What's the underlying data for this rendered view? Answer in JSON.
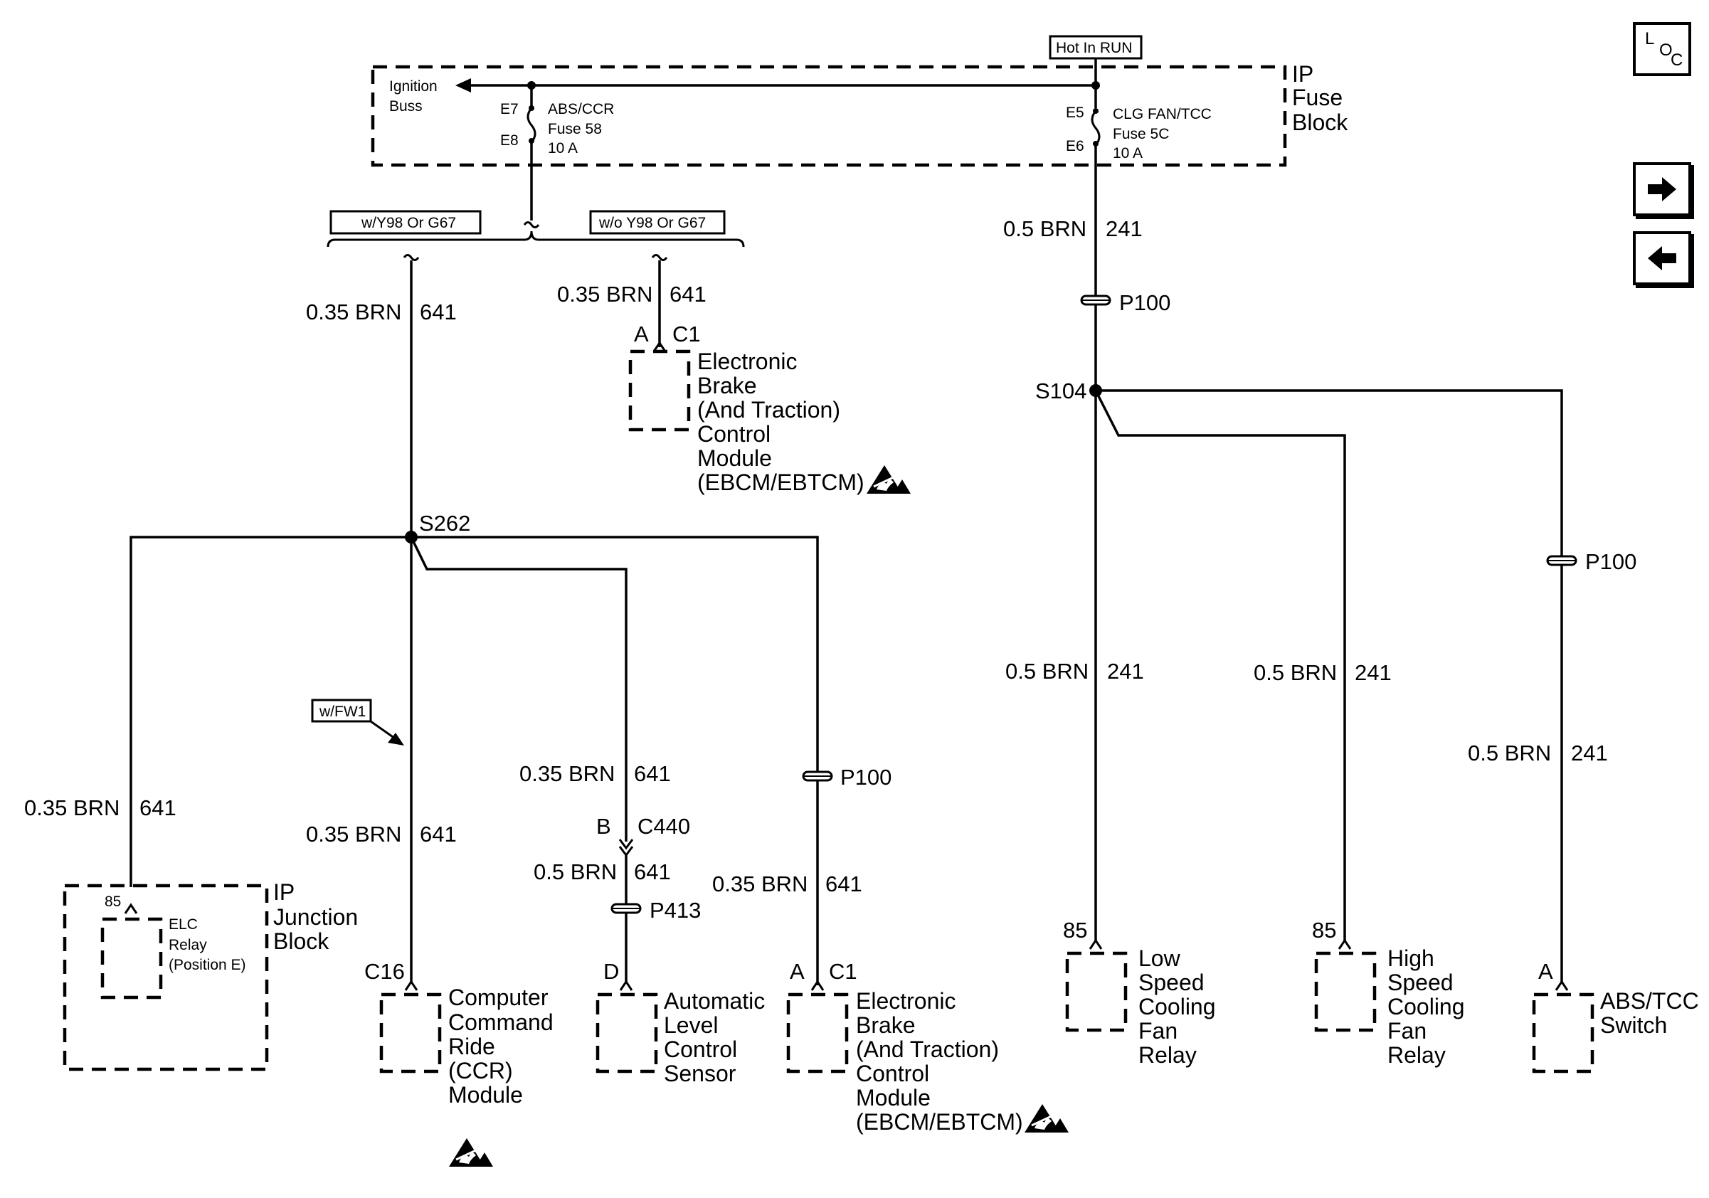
{
  "nav": {
    "loc": [
      "L",
      "O",
      "C"
    ],
    "next_icon": "right-arrow-icon",
    "prev_icon": "left-arrow-icon"
  },
  "power": {
    "hot_label": "Hot In RUN"
  },
  "fuse_block": {
    "title": [
      "IP",
      "Fuse",
      "Block"
    ],
    "ignition": [
      "Ignition",
      "Buss"
    ],
    "fuse_left": {
      "pin_top": "E7",
      "pin_bottom": "E8",
      "lines": [
        "ABS/CCR",
        "Fuse 58",
        "10 A"
      ]
    },
    "fuse_right": {
      "pin_top": "E5",
      "pin_bottom": "E6",
      "lines": [
        "CLG FAN/TCC",
        "Fuse 5C",
        "10 A"
      ]
    }
  },
  "options": {
    "with": "w/Y98 Or G67",
    "without": "w/o Y98 Or G67",
    "fw1": "w/FW1"
  },
  "wires": {
    "brn035": "0.35 BRN",
    "brn05": "0.5 BRN",
    "c641": "641",
    "c241": "241"
  },
  "connectors": {
    "p100": "P100",
    "p413": "P413",
    "c440": "C440",
    "c16": "C16",
    "c1": "C1",
    "pin_a": "A",
    "pin_b": "B",
    "pin_d": "D",
    "pin_85": "85"
  },
  "splices": {
    "s262": "S262",
    "s104": "S104"
  },
  "components": {
    "ebcm": [
      "Electronic",
      "Brake",
      "(And Traction)",
      "Control",
      "Module",
      "(EBCM/EBTCM)"
    ],
    "elc_relay": [
      "ELC",
      "Relay",
      "(Position E)"
    ],
    "ip_junction": [
      "IP",
      "Junction",
      "Block"
    ],
    "ccr": [
      "Computer",
      "Command",
      "Ride",
      "(CCR)",
      "Module"
    ],
    "alc": [
      "Automatic",
      "Level",
      "Control",
      "Sensor"
    ],
    "low_fan": [
      "Low",
      "Speed",
      "Cooling",
      "Fan",
      "Relay"
    ],
    "high_fan": [
      "High",
      "Speed",
      "Cooling",
      "Fan",
      "Relay"
    ],
    "abs_tcc": [
      "ABS/TCC",
      "Switch"
    ]
  }
}
